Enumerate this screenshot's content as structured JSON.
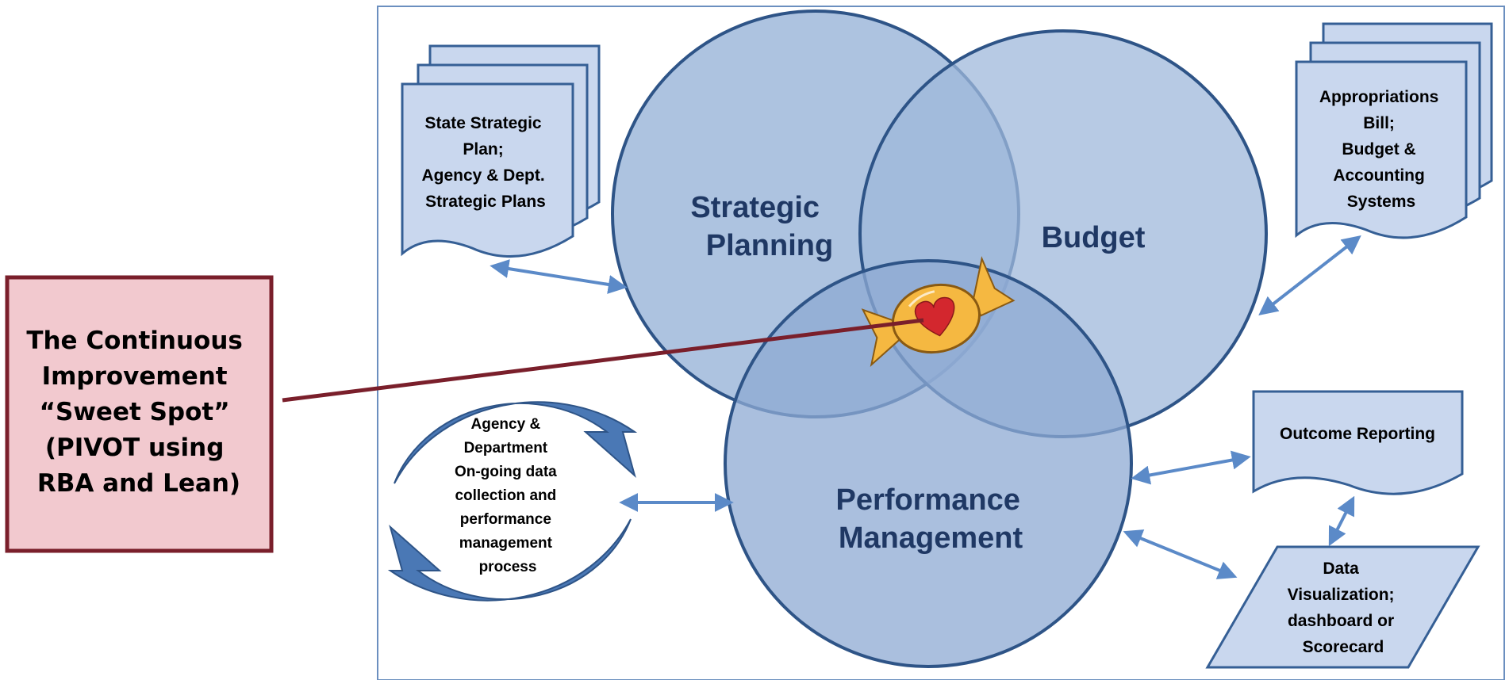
{
  "callout": {
    "lines": [
      "The Continuous",
      "Improvement",
      "“Sweet Spot”",
      "(PIVOT using",
      "RBA and Lean)"
    ]
  },
  "circles": {
    "strategic": {
      "lines": [
        "Strategic",
        "Planning"
      ]
    },
    "budget": {
      "lines": [
        "Budget"
      ]
    },
    "performance": {
      "lines": [
        "Performance",
        "Management"
      ]
    }
  },
  "documents": {
    "state_plans": {
      "lines": [
        "State Strategic",
        "Plan;",
        "Agency & Dept.",
        "Strategic Plans"
      ]
    },
    "appropriations": {
      "lines": [
        "Appropriations",
        "Bill;",
        "Budget &",
        "Accounting",
        "Systems"
      ]
    },
    "outcome_reporting": {
      "lines": [
        "Outcome Reporting"
      ]
    },
    "data_visualization": {
      "lines": [
        "Data",
        "Visualization;",
        "dashboard or",
        "Scorecard"
      ]
    }
  },
  "cycle": {
    "lines": [
      "Agency &",
      "Department",
      "On-going data",
      "collection and",
      "performance",
      "management",
      "process"
    ]
  },
  "colors": {
    "circle_fill": "#9fb8db",
    "circle_stroke": "#2e5487",
    "doc_fill": "#c9d7ee",
    "doc_stroke": "#355f95",
    "arrow": "#5b8ac8",
    "cycle_arrow": "#4a78b5",
    "callout_fill": "#f2c9cf",
    "callout_stroke": "#7a1f2b",
    "candy_wrapper": "#f5b841",
    "candy_heart": "#d3272e"
  },
  "icons": {
    "candy": "wrapped-candy-heart-icon"
  }
}
